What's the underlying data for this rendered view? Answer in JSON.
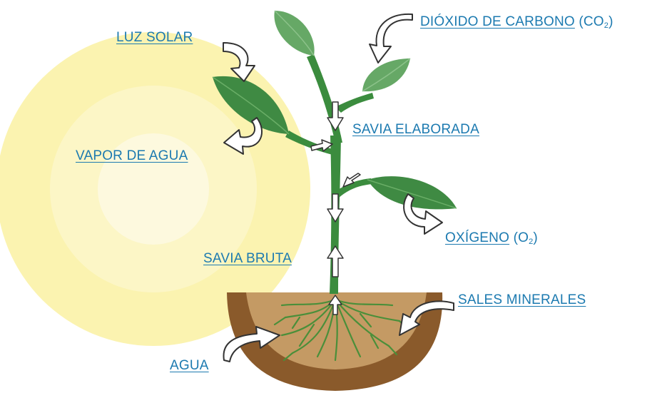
{
  "labels": {
    "luz_solar": "LUZ SOLAR",
    "dioxido_carbono": "DIÓXIDO DE CARBONO",
    "co2_open": "(CO",
    "co2_sub": "2",
    "co2_close": ")",
    "savia_elaborada": "SAVIA ELABORADA",
    "vapor_agua": "VAPOR DE AGUA",
    "oxigeno": "OXÍGENO",
    "o2_open": "(O",
    "o2_sub": "2",
    "o2_close": ")",
    "savia_bruta": "SAVIA BRUTA",
    "sales_minerales": "SALES MINERALES",
    "agua": "AGUA"
  },
  "colors": {
    "label_link": "#1c7ab0",
    "sun_outer": "#fbf3b0",
    "sun_mid": "#fcf6c6",
    "sun_inner": "#fdf9de",
    "leaf_dark": "#3f8a43",
    "leaf_light": "#66a866",
    "stem": "#3b8c3e",
    "soil_dark": "#8a5a2b",
    "soil_light": "#c49a64",
    "roots": "#4a8f3a",
    "arrow_fill": "#ffffff",
    "arrow_stroke": "#333333"
  }
}
